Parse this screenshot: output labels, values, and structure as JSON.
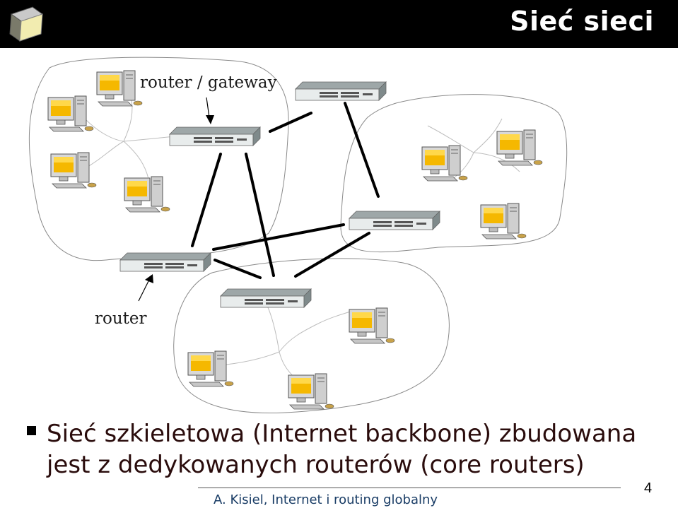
{
  "header": {
    "title": "Sieć sieci"
  },
  "diagram": {
    "labels": {
      "gateway": "router / gateway",
      "router": "router"
    }
  },
  "body": {
    "bullet": "Sieć szkieletowa (Internet backbone) zbudowana jest z dedykowanych routerów (core routers)"
  },
  "footer": {
    "text": "A. Kisiel, Internet i routing globalny",
    "page": "4"
  },
  "colors": {
    "titlebar": "#000000",
    "title": "#ffffff",
    "bullet_text": "#2a0c0c",
    "footer_text": "#1a3d66"
  }
}
